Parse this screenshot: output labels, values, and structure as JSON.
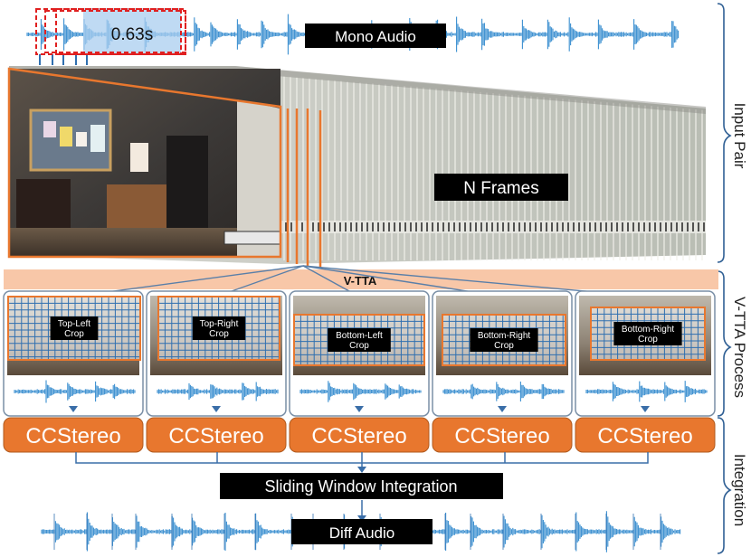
{
  "top": {
    "duration_label": "0.63s",
    "mono_audio_label": "Mono Audio",
    "frames_label": "N Frames"
  },
  "vtta": {
    "banner_label": "V-TTA",
    "crops": [
      {
        "line1": "Top-Left",
        "line2": "Crop"
      },
      {
        "line1": "Top-Right",
        "line2": "Crop"
      },
      {
        "line1": "Bottom-Left",
        "line2": "Crop"
      },
      {
        "line1": "Bottom-Right",
        "line2": "Crop"
      },
      {
        "line1": "Bottom-Right",
        "line2": "Crop"
      }
    ]
  },
  "models": [
    "CCStereo",
    "CCStereo",
    "CCStereo",
    "CCStereo",
    "CCStereo"
  ],
  "integration": {
    "window_label": "Sliding Window Integration",
    "diff_audio_label": "Diff Audio"
  },
  "sections": {
    "input_pair": "Input Pair",
    "vtta_process": "V-TTA Process",
    "integration": "Integration"
  },
  "colors": {
    "orange": "#e8772e",
    "peach": "#f8c7a8",
    "wave_blue": "#3a8fd0",
    "grid_blue": "#2f6fb0",
    "panel_stroke": "#7a8fa6",
    "label_bg": "#000000"
  }
}
